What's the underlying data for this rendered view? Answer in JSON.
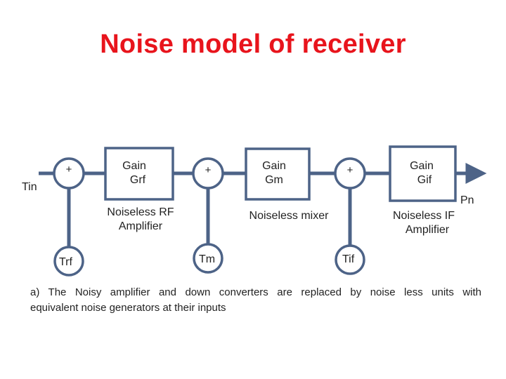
{
  "title": "Noise model of receiver",
  "colors": {
    "title": "#e8141c",
    "line": "#4d6387",
    "text": "#222222"
  },
  "diagram": {
    "input_label": "Tin",
    "output_label": "Pn",
    "summers": [
      "+",
      "+",
      "+"
    ],
    "blocks": [
      {
        "gain_line1": "Gain",
        "gain_line2": "Grf",
        "desc_line1": "Noiseless RF",
        "desc_line2": "Amplifier",
        "noise_source": "Trf"
      },
      {
        "gain_line1": "Gain",
        "gain_line2": "Gm",
        "desc_line1": "Noiseless mixer",
        "desc_line2": "",
        "noise_source": "Tm"
      },
      {
        "gain_line1": "Gain",
        "gain_line2": "Gif",
        "desc_line1": "Noiseless IF",
        "desc_line2": "Amplifier",
        "noise_source": "Tif"
      }
    ]
  },
  "caption": {
    "line1": "a) The Noisy amplifier and down converters are replaced by noise less units with",
    "line2": "equivalent noise generators at their inputs"
  }
}
